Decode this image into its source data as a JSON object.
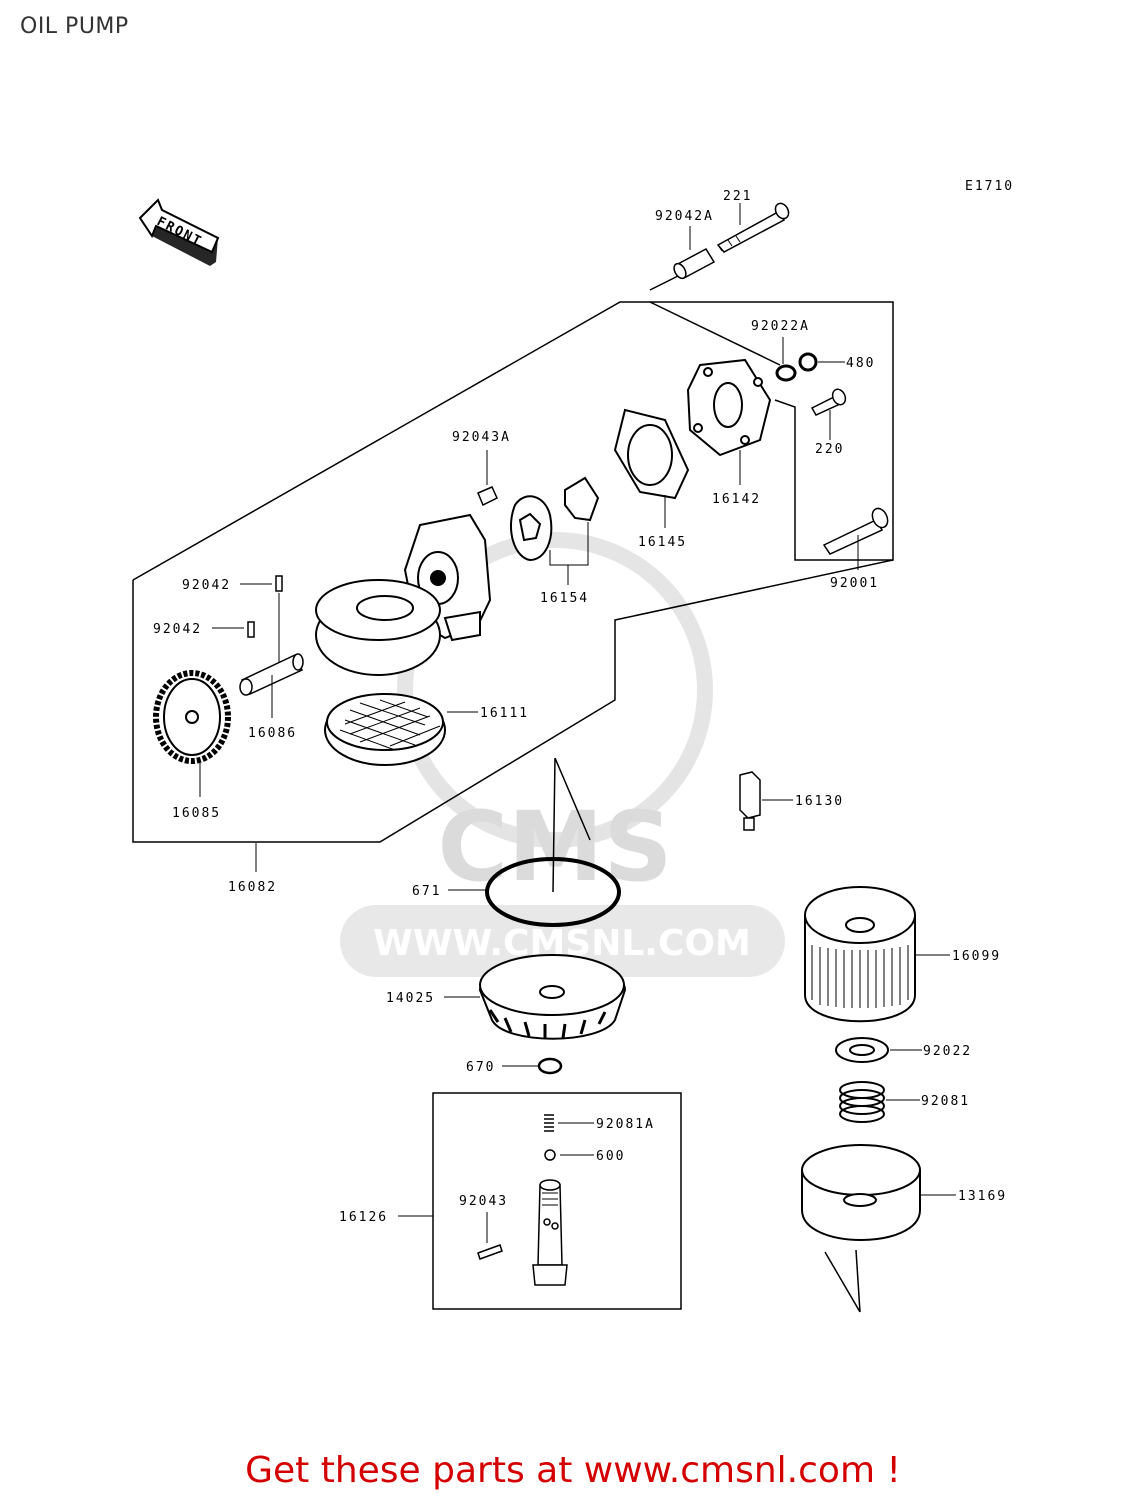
{
  "title": "OIL PUMP",
  "code": "E1710",
  "front_label": "FRONT",
  "watermark": {
    "brand": "CMS",
    "url": "WWW.CMSNL.COM"
  },
  "parts": {
    "p221": "221",
    "p92042A": "92042A",
    "p92022A": "92022A",
    "p480": "480",
    "p220": "220",
    "p16142": "16142",
    "p92043A": "92043A",
    "p16145": "16145",
    "p92001": "92001",
    "p16154": "16154",
    "p92042_a": "92042",
    "p92042_b": "92042",
    "p16086": "16086",
    "p16111": "16111",
    "p16085": "16085",
    "p16130": "16130",
    "p16082": "16082",
    "p671": "671",
    "p16099": "16099",
    "p14025": "14025",
    "p92022": "92022",
    "p670": "670",
    "p92081A": "92081A",
    "p92081": "92081",
    "p600": "600",
    "p16126": "16126",
    "p92043": "92043",
    "p13169": "13169"
  },
  "promo_text": "Get these parts at www.cmsnl.com !",
  "colors": {
    "promo": "#d40000",
    "watermark": "#d8d8d8",
    "line": "#000000"
  }
}
